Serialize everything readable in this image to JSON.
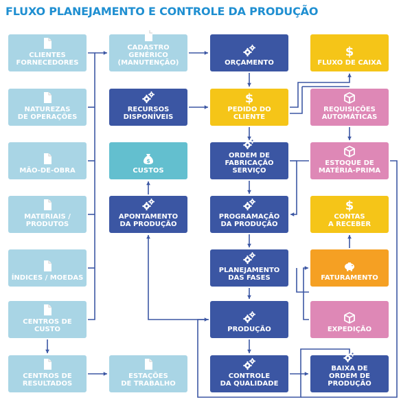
{
  "title": "FLUXO PLANEJAMENTO E CONTROLE DA PRODUÇÃO",
  "colors": {
    "title": "#1f8fd1",
    "light_blue": "#a9d5e5",
    "light_blue_text": "#ffffff",
    "navy": "#3b56a3",
    "teal": "#63bfcf",
    "yellow": "#f5c518",
    "pink": "#de88b6",
    "orange": "#f5a023",
    "arrow": "#3b56a3"
  },
  "nodes": [
    {
      "id": "clientes",
      "label": "CLIENTES\nFORNECEDORES",
      "color": "light_blue",
      "icon": "document-icon"
    },
    {
      "id": "naturezas",
      "label": "NATUREZAS\nDE OPERAÇÕES",
      "color": "light_blue",
      "icon": "document-icon"
    },
    {
      "id": "mao_de_obra",
      "label": "MÃO-DE-OBRA",
      "color": "light_blue",
      "icon": "document-icon"
    },
    {
      "id": "materiais",
      "label": "MATERIAIS / PRODUTOS",
      "color": "light_blue",
      "icon": "document-icon"
    },
    {
      "id": "indices",
      "label": "ÍNDICES / MOEDAS",
      "color": "light_blue",
      "icon": "document-icon"
    },
    {
      "id": "centros_custo",
      "label": "CENTROS DE CUSTO",
      "color": "light_blue",
      "icon": "document-icon"
    },
    {
      "id": "centros_resultados",
      "label": "CENTROS DE\nRESULTADOS",
      "color": "light_blue",
      "icon": "document-icon"
    },
    {
      "id": "cadastro",
      "label": "CADASTRO GENÉRICO\n(MANUTENÇÃO)",
      "color": "light_blue",
      "icon": "document-icon"
    },
    {
      "id": "recursos",
      "label": "RECURSOS\nDISPONÍVEIS",
      "color": "navy",
      "icon": "gears-icon"
    },
    {
      "id": "custos",
      "label": "CUSTOS",
      "color": "teal",
      "icon": "money-bag-icon"
    },
    {
      "id": "apontamento",
      "label": "APONTAMENTO\nDA PRODUÇÃO",
      "color": "navy",
      "icon": "gears-icon"
    },
    {
      "id": "estacoes",
      "label": "ESTAÇÕES\nDE TRABALHO",
      "color": "light_blue",
      "icon": "document-icon"
    },
    {
      "id": "orcamento",
      "label": "ORÇAMENTO",
      "color": "navy",
      "icon": "gears-icon"
    },
    {
      "id": "pedido",
      "label": "PEDIDO DO CLIENTE",
      "color": "yellow",
      "icon": "dollar-icon"
    },
    {
      "id": "ordem",
      "label": "ORDEM DE FABRICAÇÃO\nSERVIÇO",
      "color": "navy",
      "icon": "gears-icon"
    },
    {
      "id": "programacao",
      "label": "PROGRAMAÇÃO\nDA PRODUÇÃO",
      "color": "navy",
      "icon": "gears-icon"
    },
    {
      "id": "planejamento",
      "label": "PLANEJAMENTO\nDAS FASES",
      "color": "navy",
      "icon": "gears-icon"
    },
    {
      "id": "producao",
      "label": "PRODUÇÃO",
      "color": "navy",
      "icon": "gears-icon"
    },
    {
      "id": "controle",
      "label": "CONTROLE\nDA QUALIDADE",
      "color": "navy",
      "icon": "gears-icon"
    },
    {
      "id": "fluxo_caixa",
      "label": "FLUXO DE CAIXA",
      "color": "yellow",
      "icon": "dollar-icon"
    },
    {
      "id": "requisicoes",
      "label": "REQUISIÇÕES\nAUTOMÁTICAS",
      "color": "pink",
      "icon": "box-icon"
    },
    {
      "id": "estoque",
      "label": "ESTOQUE DE\nMATÉRIA-PRIMA",
      "color": "pink",
      "icon": "box-icon"
    },
    {
      "id": "contas",
      "label": "CONTAS\nA RECEBER",
      "color": "yellow",
      "icon": "dollar-icon"
    },
    {
      "id": "faturamento",
      "label": "FATURAMENTO",
      "color": "orange",
      "icon": "piggy-bank-icon"
    },
    {
      "id": "expedicao",
      "label": "EXPEDIÇÃO",
      "color": "pink",
      "icon": "box-icon"
    },
    {
      "id": "baixa",
      "label": "BAIXA DE\nORDEM DE PRODUÇÃO",
      "color": "navy",
      "icon": "gears-icon"
    }
  ]
}
